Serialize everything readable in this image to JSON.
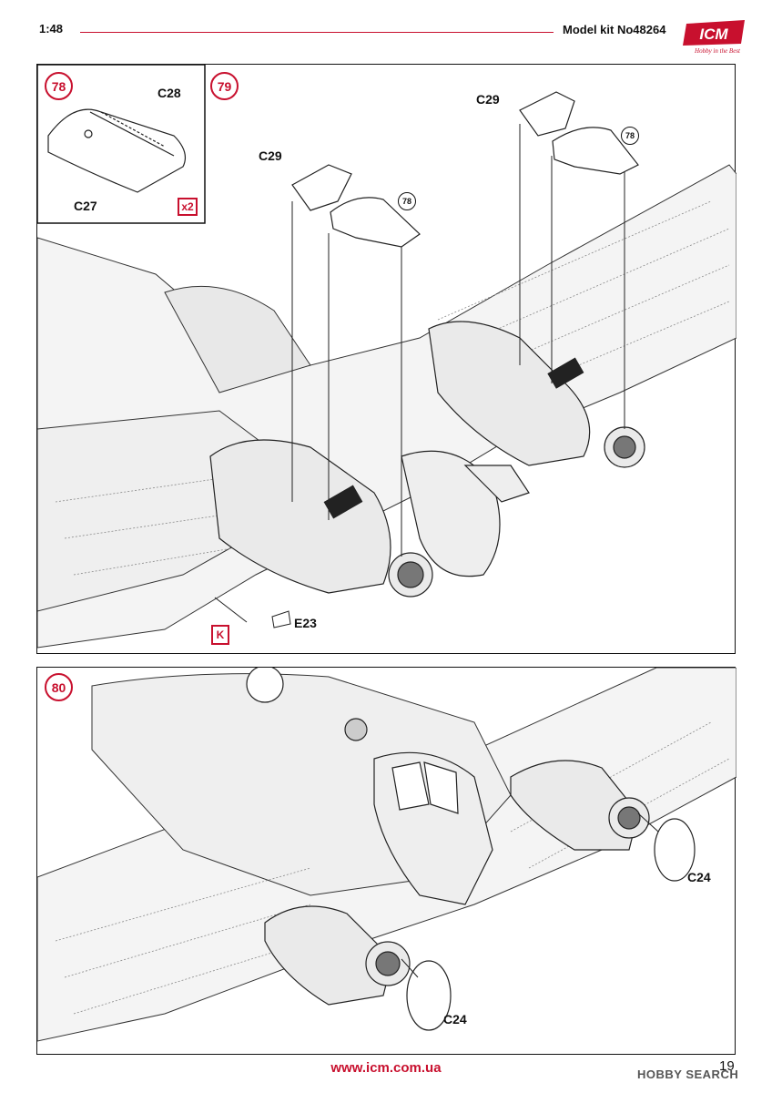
{
  "header": {
    "scale": "1:48",
    "kit": "Model kit No48264",
    "logo_text": "ICM",
    "logo_tagline": "Hobby in the Best",
    "accent": "#c8102e"
  },
  "steps": [
    {
      "number": "78",
      "parts": [
        "C28",
        "C27"
      ],
      "multiplier": "x2"
    },
    {
      "number": "79",
      "parts": [
        "C29",
        "C29",
        "E23"
      ],
      "refs": [
        "78",
        "78"
      ],
      "marker": "K"
    },
    {
      "number": "80",
      "parts": [
        "C24",
        "C24"
      ]
    }
  ],
  "footer": {
    "url": "www.icm.com.ua",
    "page": "19",
    "watermark": "HOBBY SEARCH"
  }
}
